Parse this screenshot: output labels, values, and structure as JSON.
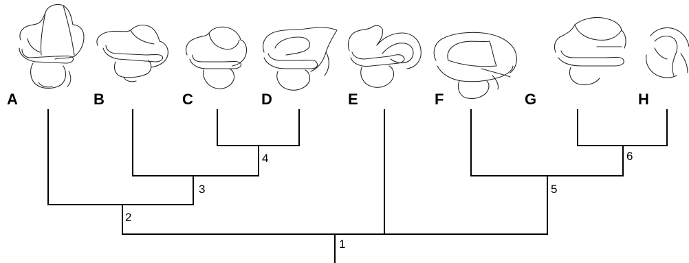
{
  "taxa": [
    {
      "id": "A",
      "label": "A"
    },
    {
      "id": "B",
      "label": "B"
    },
    {
      "id": "C",
      "label": "C"
    },
    {
      "id": "D",
      "label": "D"
    },
    {
      "id": "E",
      "label": "E"
    },
    {
      "id": "F",
      "label": "F"
    },
    {
      "id": "G",
      "label": "G"
    },
    {
      "id": "H",
      "label": "H"
    }
  ],
  "nodes": [
    {
      "id": "1",
      "label": "1"
    },
    {
      "id": "2",
      "label": "2"
    },
    {
      "id": "3",
      "label": "3"
    },
    {
      "id": "4",
      "label": "4"
    },
    {
      "id": "5",
      "label": "5"
    },
    {
      "id": "6",
      "label": "6"
    }
  ],
  "tree": "(((A,(B,(C,D)4)3)2,E,(F,(G,H)6)5)1)",
  "colors": {
    "line": "#000000",
    "sketch": "#262626",
    "background": "#ffffff"
  }
}
